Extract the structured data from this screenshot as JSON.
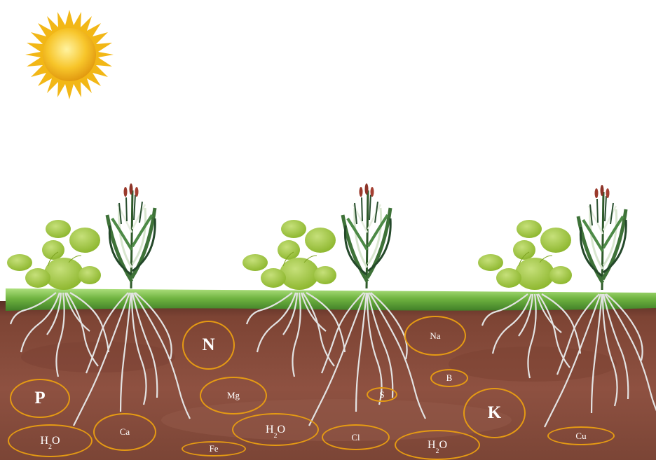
{
  "nutrients": {
    "n": "N",
    "na": "Na",
    "b": "B",
    "p": "P",
    "mg": "Mg",
    "s": "S",
    "k": "K",
    "ca": "Ca",
    "h2o_left": {
      "base": "H",
      "sub": "2",
      "tail": "O"
    },
    "h2o_mid": {
      "base": "H",
      "sub": "2",
      "tail": "O"
    },
    "h2o_right": {
      "base": "H",
      "sub": "2",
      "tail": "O"
    },
    "cl": "Cl",
    "fe": "Fe",
    "cu": "Cu"
  },
  "colors": {
    "ring": "#e59a13",
    "soil": "#8a4a3c",
    "grass": "#7cbb4a",
    "sun": "#f5c21b",
    "root": "#e6e6e6"
  },
  "icons": [
    "sun-icon",
    "cactus-icon",
    "corn-plant-icon",
    "root-icon"
  ]
}
